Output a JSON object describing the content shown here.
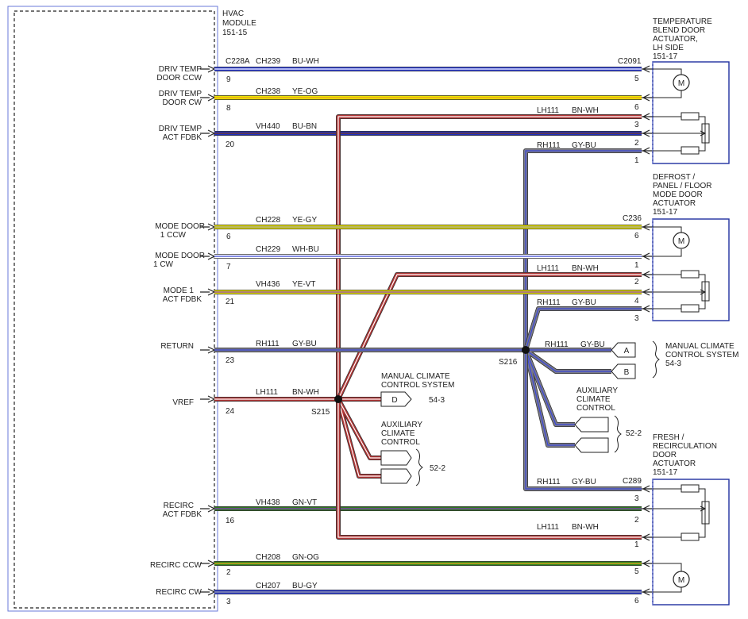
{
  "module": {
    "title": [
      "HVAC",
      "MODULE",
      "151-15"
    ]
  },
  "pins": [
    {
      "id": "driv-temp-door-ccw",
      "label": [
        "DRIV TEMP",
        "DOOR CCW"
      ],
      "pin": "9"
    },
    {
      "id": "driv-temp-door-cw",
      "label": [
        "DRIV TEMP",
        "DOOR CW"
      ],
      "pin": "8"
    },
    {
      "id": "driv-temp-act-fdbk",
      "label": [
        "DRIV TEMP",
        "ACT FDBK"
      ],
      "pin": "20"
    },
    {
      "id": "mode-door-1-ccw",
      "label": [
        "MODE DOOR",
        "1 CCW"
      ],
      "pin": "6"
    },
    {
      "id": "mode-door-1-cw",
      "label": [
        "MODE DOOR",
        "1 CW"
      ],
      "pin": "7"
    },
    {
      "id": "mode-1-act-fdbk",
      "label": [
        "MODE 1",
        "ACT FDBK"
      ],
      "pin": "21"
    },
    {
      "id": "return",
      "label": [
        "RETURN"
      ],
      "pin": "23"
    },
    {
      "id": "vref",
      "label": [
        "VREF"
      ],
      "pin": "24"
    },
    {
      "id": "recirc-act-fdbk",
      "label": [
        "RECIRC",
        "ACT FDBK"
      ],
      "pin": "16"
    },
    {
      "id": "recirc-ccw",
      "label": [
        "RECIRC CCW"
      ],
      "pin": "2"
    },
    {
      "id": "recirc-cw",
      "label": [
        "RECIRC CW"
      ],
      "pin": "3"
    }
  ],
  "connectors": {
    "module": "C228A",
    "temp_blend": "C2091",
    "mode_door": "C236",
    "recirc": "C289"
  },
  "wires": [
    {
      "id": "ch239",
      "circuit": "CH239",
      "color": "BU-WH",
      "rgb": "#2f3fd6",
      "stripe": "#ffffff"
    },
    {
      "id": "ch238",
      "circuit": "CH238",
      "color": "YE-OG",
      "rgb": "#e8e300",
      "stripe": "#f0a020"
    },
    {
      "id": "vh440",
      "circuit": "VH440",
      "color": "BU-BN",
      "rgb": "#1f2fbf",
      "stripe": "#7a3d1a"
    },
    {
      "id": "lh111-a",
      "circuit": "LH111",
      "color": "BN-WH",
      "rgb": "#b03535",
      "stripe": "#ffffff"
    },
    {
      "id": "rh111-a",
      "circuit": "RH111",
      "color": "GY-BU",
      "rgb": "#7a7a8a",
      "stripe": "#3b48d8"
    },
    {
      "id": "ch228",
      "circuit": "CH228",
      "color": "YE-GY",
      "rgb": "#e6e000",
      "stripe": "#9a9a9a"
    },
    {
      "id": "ch229",
      "circuit": "CH229",
      "color": "WH-BU",
      "rgb": "#ffffff",
      "stripe": "#3b48d8"
    },
    {
      "id": "lh111-b",
      "circuit": "LH111",
      "color": "BN-WH",
      "rgb": "#b03535",
      "stripe": "#ffffff"
    },
    {
      "id": "vh436",
      "circuit": "VH436",
      "color": "YE-VT",
      "rgb": "#e6e000",
      "stripe": "#8a3fbf"
    },
    {
      "id": "rh111-b",
      "circuit": "RH111",
      "color": "GY-BU",
      "rgb": "#7a7a8a",
      "stripe": "#3b48d8"
    },
    {
      "id": "rh111-ret",
      "circuit": "RH111",
      "color": "GY-BU",
      "rgb": "#7a7a8a",
      "stripe": "#3b48d8"
    },
    {
      "id": "rh111-s216",
      "circuit": "RH111",
      "color": "GY-BU",
      "rgb": "#7a7a8a",
      "stripe": "#3b48d8"
    },
    {
      "id": "lh111-vref",
      "circuit": "LH111",
      "color": "BN-WH",
      "rgb": "#b03535",
      "stripe": "#ffffff"
    },
    {
      "id": "rh111-c",
      "circuit": "RH111",
      "color": "GY-BU",
      "rgb": "#7a7a8a",
      "stripe": "#3b48d8"
    },
    {
      "id": "vh438",
      "circuit": "VH438",
      "color": "GN-VT",
      "rgb": "#2f7a1f",
      "stripe": "#8a3fbf"
    },
    {
      "id": "lh111-c",
      "circuit": "LH111",
      "color": "BN-WH",
      "rgb": "#b03535",
      "stripe": "#ffffff"
    },
    {
      "id": "ch208",
      "circuit": "CH208",
      "color": "GN-OG",
      "rgb": "#2f8a1f",
      "stripe": "#f0a020"
    },
    {
      "id": "ch207",
      "circuit": "CH207",
      "color": "BU-GY",
      "rgb": "#2f3fd6",
      "stripe": "#9a9a9a"
    }
  ],
  "actuators": [
    {
      "id": "temp-blend",
      "title": [
        "TEMPERATURE",
        "BLEND DOOR",
        "ACTUATOR,",
        "LH SIDE",
        "151-17"
      ],
      "pins": [
        "5",
        "6",
        "3",
        "2",
        "1"
      ]
    },
    {
      "id": "mode-door",
      "title": [
        "DEFROST /",
        "PANEL / FLOOR",
        "MODE DOOR",
        "ACTUATOR",
        "151-17"
      ],
      "pins": [
        "6",
        "1",
        "2",
        "4",
        "3"
      ]
    },
    {
      "id": "recirc",
      "title": [
        "FRESH /",
        "RECIRCULATION",
        "DOOR",
        "ACTUATOR",
        "151-17"
      ],
      "pins": [
        "3",
        "2",
        "1",
        "5",
        "6"
      ]
    }
  ],
  "splices": {
    "s215": "S215",
    "s216": "S216"
  },
  "refs": {
    "mcc_right": {
      "title": [
        "MANUAL CLIMATE",
        "CONTROL SYSTEM"
      ],
      "page": "54-3",
      "plugs": [
        "A",
        "B"
      ]
    },
    "aux_right": {
      "title": [
        "AUXILIARY",
        "CLIMATE",
        "CONTROL"
      ],
      "page": "52-2"
    },
    "mcc_left": {
      "title": [
        "MANUAL CLIMATE",
        "CONTROL SYSTEM"
      ],
      "page": "54-3",
      "plug": "D"
    },
    "aux_left": {
      "title": [
        "AUXILIARY",
        "CLIMATE",
        "CONTROL"
      ],
      "page": "52-2"
    }
  },
  "icons": {
    "motor": "M"
  }
}
